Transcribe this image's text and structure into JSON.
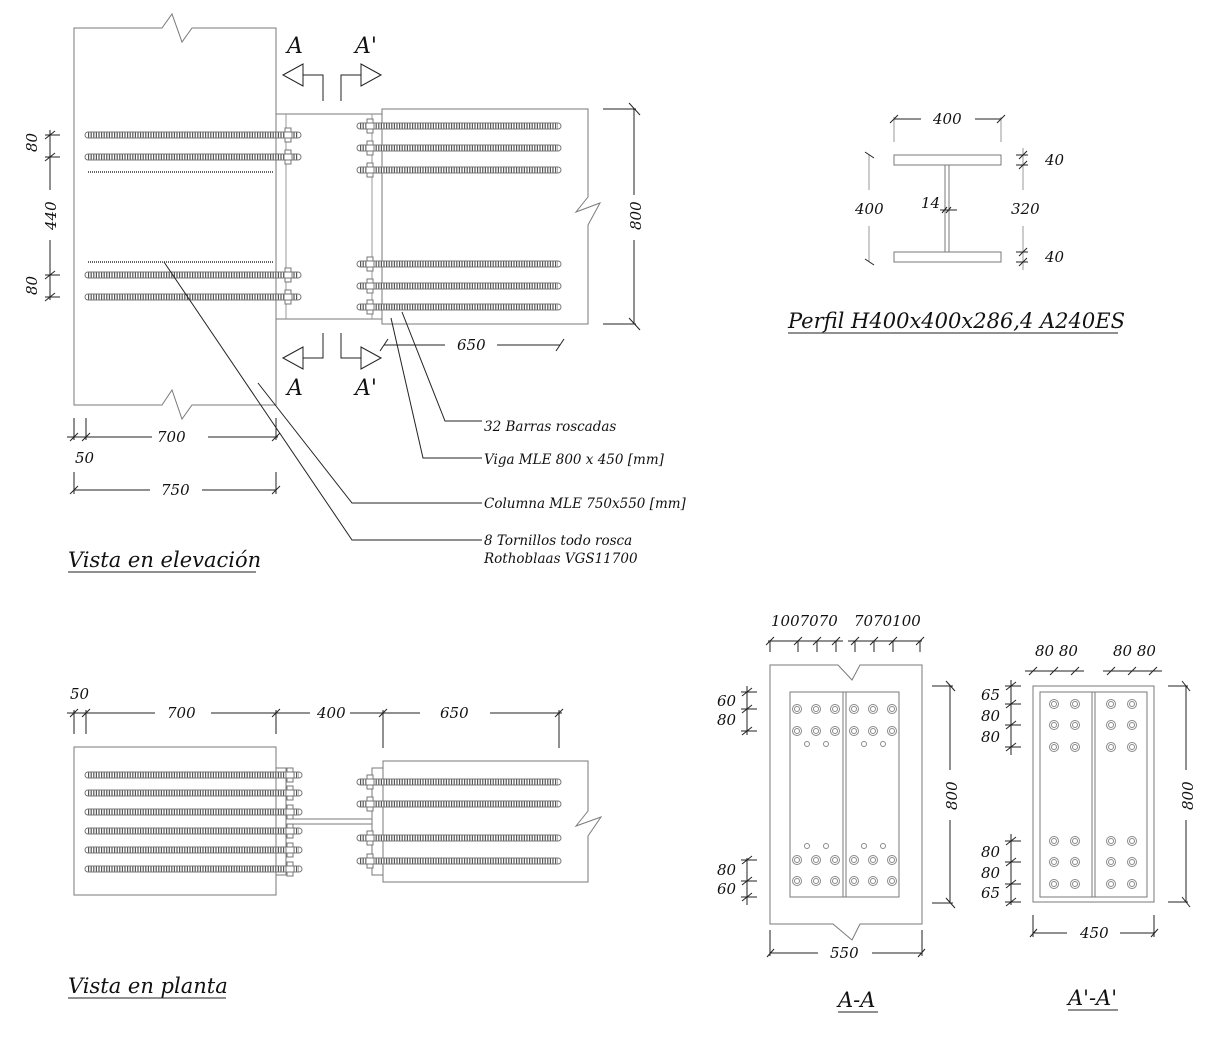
{
  "elevation": {
    "title": "Vista en elevación",
    "section_marks": {
      "left": "A",
      "right": "A'"
    },
    "dims": {
      "top_spacing": "80",
      "middle_spacing": "440",
      "bottom_spacing": "80",
      "beam_height": "800",
      "beam_length": "650",
      "column_inner": "700",
      "column_edge": "50",
      "column_total": "750"
    },
    "callouts": [
      {
        "text": "32 Barras roscadas"
      },
      {
        "text": "Viga MLE 800 x 450 [mm]"
      },
      {
        "text": "Columna MLE 750x550 [mm]"
      },
      {
        "text": "8 Tornillos todo rosca",
        "text2": "Rothoblaas VGS11700"
      }
    ]
  },
  "profile": {
    "title": "Perfil H400x400x286,4 A240ES",
    "dims": {
      "flange_width": "400",
      "total_height": "400",
      "web_thickness": "14",
      "web_height": "320",
      "top_flange": "40",
      "bottom_flange": "40"
    }
  },
  "plan": {
    "title": "Vista en planta",
    "dims": {
      "edge": "50",
      "column": "700",
      "gap": "400",
      "beam": "650"
    }
  },
  "section_aa": {
    "title": "A-A",
    "dims": {
      "top_left": "1007070",
      "top_right": "7070100",
      "left_top_1": "60",
      "left_top_2": "80",
      "left_bot_1": "80",
      "left_bot_2": "60",
      "height": "800",
      "width": "550"
    }
  },
  "section_a2": {
    "title": "A'-A'",
    "dims": {
      "top_left": "80 80",
      "top_right": "80 80",
      "left_top_1": "65",
      "left_top_2": "80",
      "left_top_3": "80",
      "left_bot_1": "80",
      "left_bot_2": "80",
      "left_bot_3": "65",
      "height": "800",
      "width": "450"
    }
  }
}
